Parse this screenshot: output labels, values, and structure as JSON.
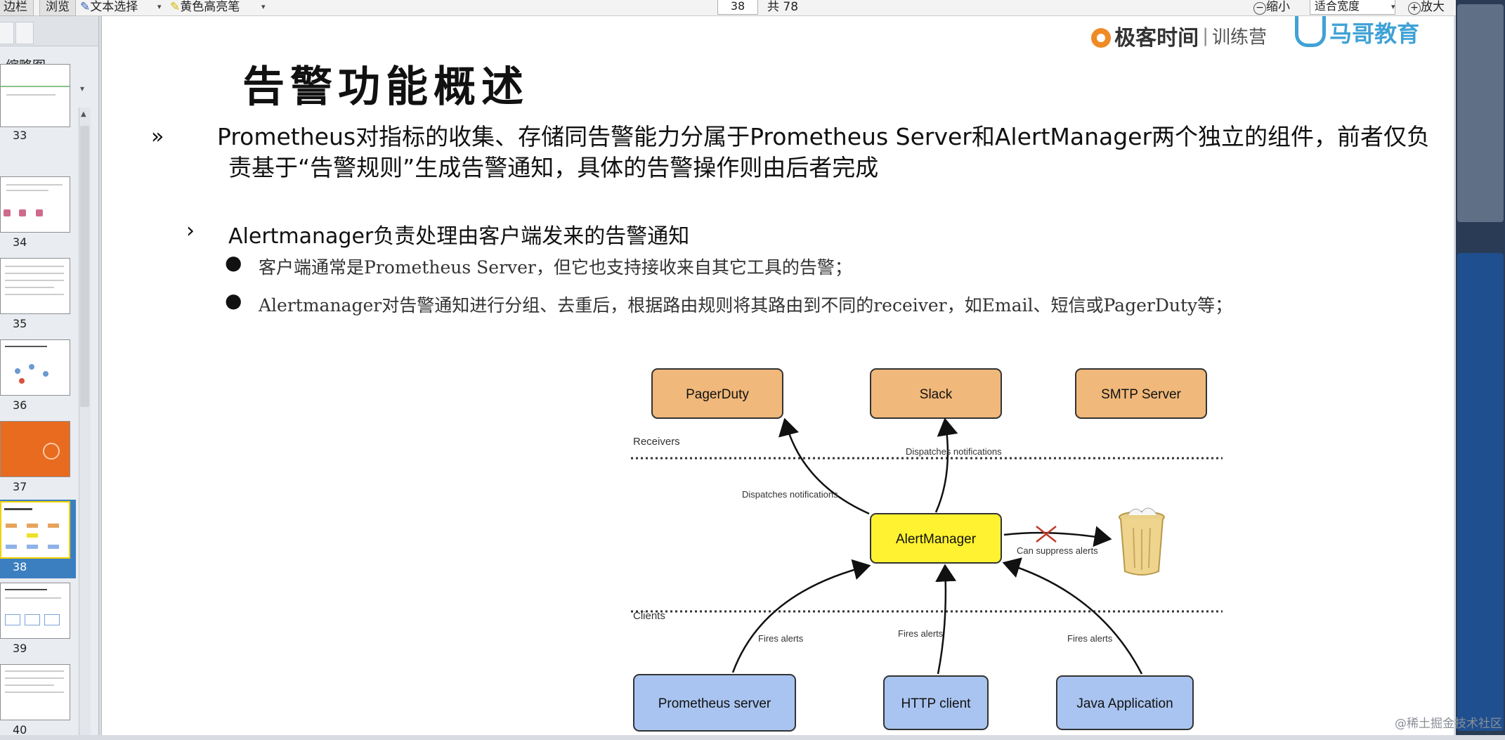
{
  "toolbar": {
    "sidebar_label": "边栏",
    "browse_label": "浏览",
    "text_select_label": "文本选择",
    "highlighter_label": "黄色高亮笔",
    "page_current": "38",
    "page_total_label": "共 78",
    "zoom_out_label": "缩小",
    "zoom_mode": "适合宽度",
    "zoom_in_label": "放大"
  },
  "sidebar": {
    "title": "缩略图",
    "thumbnails": [
      {
        "page": "33",
        "selected": false
      },
      {
        "page": "34",
        "selected": false
      },
      {
        "page": "35",
        "selected": false
      },
      {
        "page": "36",
        "selected": false
      },
      {
        "page": "37",
        "selected": false
      },
      {
        "page": "38",
        "selected": true
      },
      {
        "page": "39",
        "selected": false
      },
      {
        "page": "40",
        "selected": false
      }
    ]
  },
  "slide": {
    "logo_geek": "极客时间",
    "logo_camp": "训练营",
    "logo_mage": "马哥教育",
    "title": "告警功能概述",
    "bullet1": "Prometheus对指标的收集、存储同告警能力分属于Prometheus Server和AlertManager两个独立的组件，前者仅负责基于“告警规则”生成告警通知，具体的告警操作则由后者完成",
    "bullet2": "Alertmanager负责处理由客户端发来的告警通知",
    "sub_bullets": [
      "客户端通常是Prometheus Server，但它也支持接收来自其它工具的告警；",
      "Alertmanager对告警通知进行分组、去重后，根据路由规则将其路由到不同的receiver，如Email、短信或PagerDuty等；"
    ],
    "diagram": {
      "receivers": [
        "PagerDuty",
        "Slack",
        "SMTP Server"
      ],
      "receivers_label": "Receivers",
      "clients_label": "Clients",
      "center": "AlertManager",
      "clients": [
        "Prometheus server",
        "HTTP client",
        "Java Application"
      ],
      "dispatch_label_left": "Dispatches notifications",
      "dispatch_label_mid": "Dispatches notifications",
      "suppress_label": "Can suppress alerts",
      "fires_label": "Fires alerts"
    }
  },
  "watermark": "@稀土掘金技术社区",
  "colors": {
    "receiver_fill": "#f0b87a",
    "center_fill": "#fff230",
    "client_fill": "#a9c4f0",
    "selection": "#3c7fc0"
  }
}
